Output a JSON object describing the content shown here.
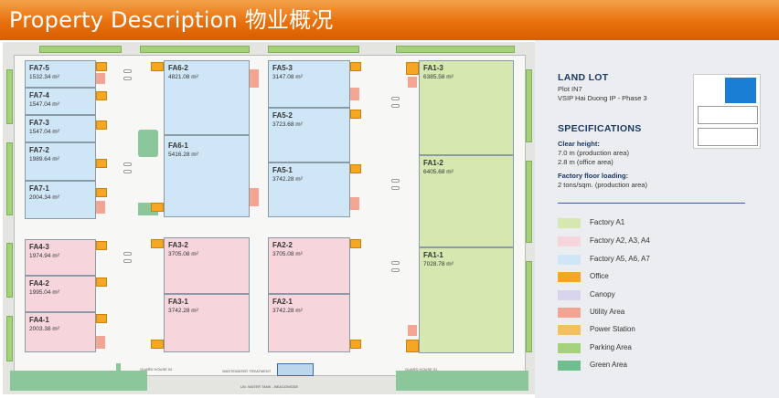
{
  "header": {
    "title": "Property Description 物业概况"
  },
  "land_lot": {
    "title": "LAND LOT",
    "line1": "Plot IN7",
    "line2": "VSIP Hai Duong IP - Phase 3"
  },
  "specifications": {
    "title": "SPECIFICATIONS",
    "clear_height_label": "Clear height:",
    "clear_height_1": "7.0 m (production area)",
    "clear_height_2": "2.8 m (office area)",
    "floor_loading_label": "Factory floor loading:",
    "floor_loading_value": "2 tons/sqm. (production area)"
  },
  "legend": [
    {
      "label": "Factory A1",
      "color": "#d6e8b0"
    },
    {
      "label": "Factory A2, A3, A4",
      "color": "#f6d6dc"
    },
    {
      "label": "Factory A5, A6, A7",
      "color": "#cfe6f6"
    },
    {
      "label": "Office",
      "color": "#f5a623"
    },
    {
      "label": "Canopy",
      "color": "#d8d4ec"
    },
    {
      "label": "Utility Area",
      "color": "#f3a593"
    },
    {
      "label": "Power Station",
      "color": "#f5c060"
    },
    {
      "label": "Parking Area",
      "color": "#a5d17a"
    },
    {
      "label": "Green Area",
      "color": "#6fbf8e"
    }
  ],
  "factories": {
    "fa7_5": {
      "name": "FA7-5",
      "area": "1532.34 m²"
    },
    "fa7_4": {
      "name": "FA7-4",
      "area": "1547.04 m²"
    },
    "fa7_3": {
      "name": "FA7-3",
      "area": "1547.04 m²"
    },
    "fa7_2": {
      "name": "FA7-2",
      "area": "1989.64 m²"
    },
    "fa7_1": {
      "name": "FA7-1",
      "area": "2004.34 m²"
    },
    "fa6_2": {
      "name": "FA6-2",
      "area": "4821.08 m²"
    },
    "fa6_1": {
      "name": "FA6-1",
      "area": "5416.28 m²"
    },
    "fa5_3": {
      "name": "FA5-3",
      "area": "3147.08 m²"
    },
    "fa5_2": {
      "name": "FA5-2",
      "area": "3723.68 m²"
    },
    "fa5_1": {
      "name": "FA5-1",
      "area": "3742.28 m²"
    },
    "fa1_3": {
      "name": "FA1-3",
      "area": "6385.58 m²"
    },
    "fa1_2": {
      "name": "FA1-2",
      "area": "6405.68 m²"
    },
    "fa1_1": {
      "name": "FA1-1",
      "area": "7028.78 m²"
    },
    "fa4_3": {
      "name": "FA4-3",
      "area": "1974.94 m²"
    },
    "fa4_2": {
      "name": "FA4-2",
      "area": "1995.04 m²"
    },
    "fa4_1": {
      "name": "FA4-1",
      "area": "2003.38 m²"
    },
    "fa3_2": {
      "name": "FA3-2",
      "area": "3705.08 m²"
    },
    "fa3_1": {
      "name": "FA3-1",
      "area": "3742.28 m²"
    },
    "fa2_2": {
      "name": "FA2-2",
      "area": "3705.08 m²"
    },
    "fa2_1": {
      "name": "FA2-1",
      "area": "3742.28 m²"
    }
  },
  "site_labels": {
    "guard_left": "GUARD HOUSE 02",
    "wastewater": "WASTEWATER TREATMENT",
    "water_tank": "UN. WATER TANK - BEACONSIDE",
    "guard_right": "GUARD HOUSE 01"
  }
}
